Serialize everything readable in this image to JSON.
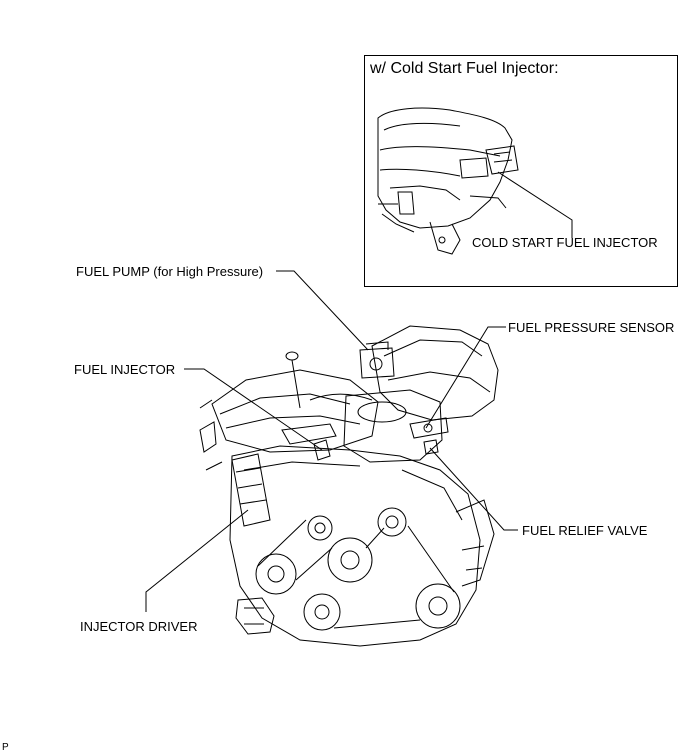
{
  "inset": {
    "title": "w/ Cold Start Fuel Injector:",
    "label": "COLD START FUEL INJECTOR"
  },
  "labels": {
    "fuel_pump": "FUEL PUMP (for High Pressure)",
    "fuel_injector": "FUEL INJECTOR",
    "fuel_pressure_sensor": "FUEL PRESSURE SENSOR",
    "fuel_relief_valve": "FUEL RELIEF VALVE",
    "injector_driver": "INJECTOR DRIVER"
  },
  "footer_mark": "P"
}
